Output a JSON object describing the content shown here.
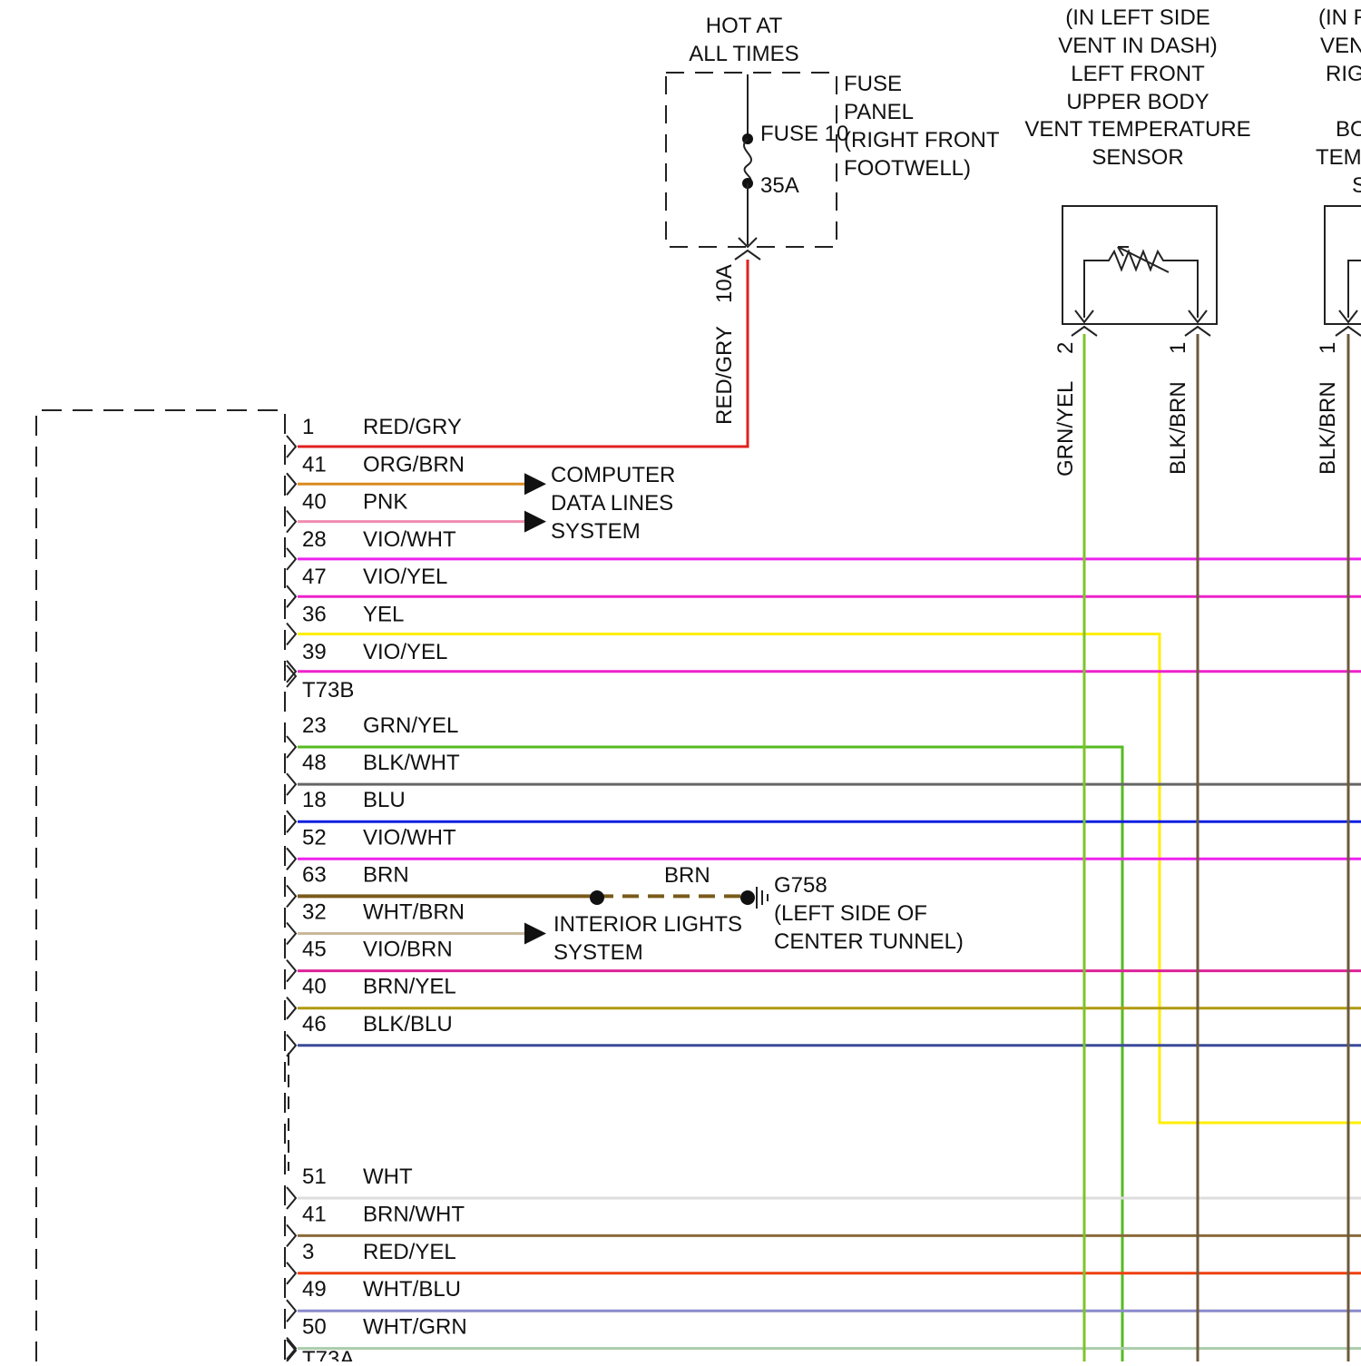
{
  "fuse_panel": {
    "hot_label": [
      "HOT AT",
      "ALL TIMES"
    ],
    "panel_label": [
      "FUSE",
      "PANEL",
      "(RIGHT FRONT",
      "FOOTWELL)"
    ],
    "fuse_name": "FUSE 10",
    "fuse_rating": "35A",
    "output_wire": "RED/GRY",
    "output_pin": "10A"
  },
  "sensors": {
    "left": {
      "title": [
        "(IN LEFT SIDE",
        "VENT IN DASH)",
        "LEFT FRONT",
        "UPPER BODY",
        "VENT TEMPERATURE",
        "SENSOR"
      ],
      "pins": [
        {
          "pin": "2",
          "wire": "GRN/YEL",
          "color": "#7cc52a"
        },
        {
          "pin": "1",
          "wire": "BLK/BRN",
          "color": "#6b5a3c"
        }
      ]
    },
    "right": {
      "title": [
        "(IN R",
        "VEN",
        "RIG",
        "",
        "BO",
        "TEM",
        "S"
      ],
      "pins": [
        {
          "pin": "1",
          "wire": "BLK/BRN",
          "color": "#6b5a3c"
        }
      ]
    }
  },
  "connector_T73B": {
    "name": "T73B",
    "pins": [
      {
        "pin": "1",
        "wire": "RED/GRY",
        "color": "#e02020",
        "dest": "fuse"
      },
      {
        "pin": "41",
        "wire": "ORG/BRN",
        "color": "#d98a20",
        "dest": "cdl"
      },
      {
        "pin": "40",
        "wire": "PNK",
        "color": "#f08cb0",
        "dest": "cdl"
      },
      {
        "pin": "28",
        "wire": "VIO/WHT",
        "color": "#ee22ee",
        "dest": "right"
      },
      {
        "pin": "47",
        "wire": "VIO/YEL",
        "color": "#ee22cc",
        "dest": "right"
      },
      {
        "pin": "36",
        "wire": "YEL",
        "color": "#ffee00",
        "dest": "yel"
      },
      {
        "pin": "39",
        "wire": "VIO/YEL",
        "color": "#ee22cc",
        "dest": "right"
      }
    ]
  },
  "connector_group2": {
    "pins": [
      {
        "pin": "23",
        "wire": "GRN/YEL",
        "color": "#55bb22",
        "dest": "grn"
      },
      {
        "pin": "48",
        "wire": "BLK/WHT",
        "color": "#666666",
        "dest": "right"
      },
      {
        "pin": "18",
        "wire": "BLU",
        "color": "#1020e0",
        "dest": "right"
      },
      {
        "pin": "52",
        "wire": "VIO/WHT",
        "color": "#ee22ee",
        "dest": "right"
      },
      {
        "pin": "63",
        "wire": "BRN",
        "color": "#7a5a1a",
        "dest": "ground"
      },
      {
        "pin": "32",
        "wire": "WHT/BRN",
        "color": "#c8b89a",
        "dest": "interior"
      },
      {
        "pin": "45",
        "wire": "VIO/BRN",
        "color": "#dd2299",
        "dest": "right"
      },
      {
        "pin": "40",
        "wire": "BRN/YEL",
        "color": "#b09a10",
        "dest": "right"
      },
      {
        "pin": "46",
        "wire": "BLK/BLU",
        "color": "#3a4a99",
        "dest": "right"
      }
    ]
  },
  "connector_T73A": {
    "name": "T73A",
    "pins": [
      {
        "pin": "51",
        "wire": "WHT",
        "color": "#dddddd",
        "dest": "right"
      },
      {
        "pin": "41",
        "wire": "BRN/WHT",
        "color": "#8a6a3a",
        "dest": "right"
      },
      {
        "pin": "3",
        "wire": "RED/YEL",
        "color": "#ee4010",
        "dest": "right"
      },
      {
        "pin": "49",
        "wire": "WHT/BLU",
        "color": "#8a8acc",
        "dest": "right"
      },
      {
        "pin": "50",
        "wire": "WHT/GRN",
        "color": "#aaccaa",
        "dest": "right"
      }
    ]
  },
  "computer_data_lines": [
    "COMPUTER",
    "DATA LINES",
    "SYSTEM"
  ],
  "interior_lights": [
    "INTERIOR LIGHTS",
    "SYSTEM"
  ],
  "ground": {
    "wire": "BRN",
    "name": "G758",
    "location": [
      "(LEFT SIDE OF",
      "CENTER TUNNEL)"
    ]
  }
}
